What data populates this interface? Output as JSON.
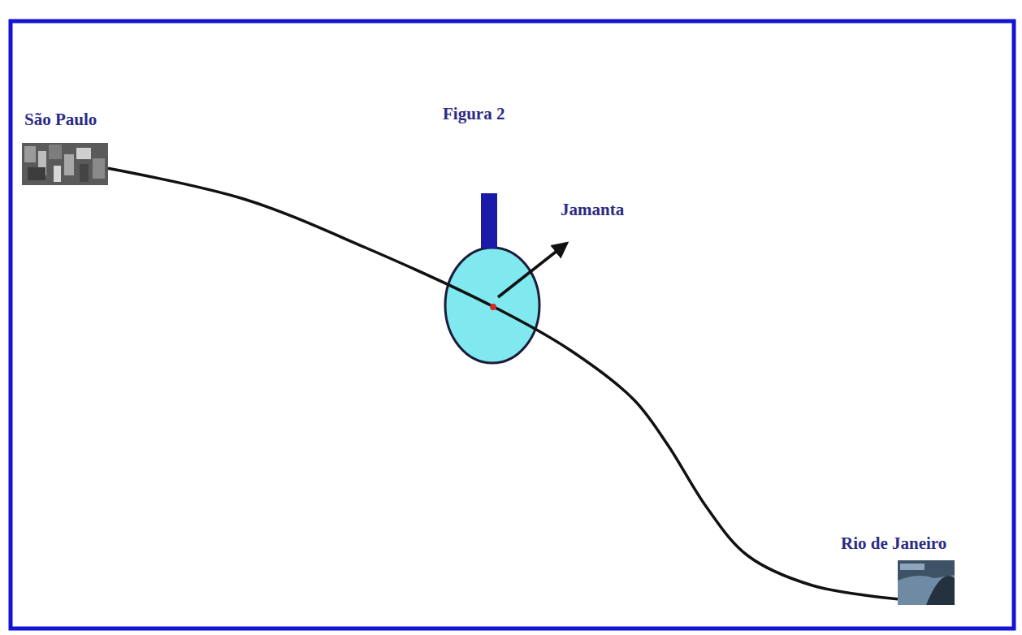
{
  "diagram": {
    "nodes": [
      {
        "text": [
          "São Paulo"
        ]
      },
      {
        "text": [
          "Rio de Janeiro"
        ]
      }
    ],
    "edges": [
      {
        "from": 0,
        "to": 1,
        "arrow": "none"
      }
    ],
    "labels": [
      "Figura 2",
      "Jamanta"
    ]
  }
}
